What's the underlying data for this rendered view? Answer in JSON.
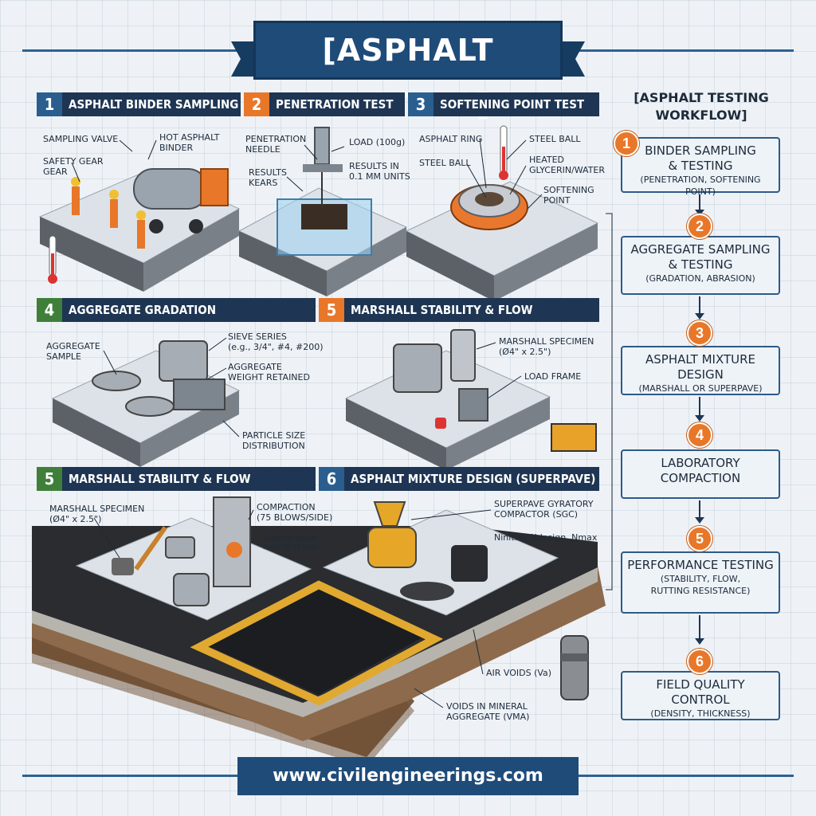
{
  "title": "[ASPHALT TESTING]",
  "footer": "www.civilengineerings.com",
  "colors": {
    "navy": "#1e3553",
    "accent_orange": "#e8772a",
    "green": "#3f7f3a",
    "blue": "#2a5e8f"
  },
  "steps": [
    {
      "num": "1",
      "title": "ASPHALT BINDER SAMPLING",
      "labels": [
        "SAMPLING VALVE",
        "HOT ASPHALT\nBINDER",
        "SAFETY GEAR\nGEAR"
      ]
    },
    {
      "num": "2",
      "title": "PENETRATION TEST",
      "labels": [
        "PENETRATION\nNEEDLE",
        "LOAD (100g)",
        "RESULTS\nKEARS",
        "RESULTS IN\n0.1 MM UNITS"
      ]
    },
    {
      "num": "3",
      "title": "SOFTENING POINT TEST",
      "labels": [
        "ASPHALT RING",
        "STEEL BALL",
        "STEEL BALL",
        "HEATED\nGLYCERIN/WATER",
        "SOFTENING\nPOINT"
      ]
    },
    {
      "num": "4",
      "title": "AGGREGATE GRADATION",
      "labels": [
        "AGGREGATE\nSAMPLE",
        "SIEVE SERIES\n(e.g., 3/4\", #4, #200)",
        "AGGREGATE\nWEIGHT RETAINED",
        "PARTICLE SIZE\nDISTRIBUTION"
      ]
    },
    {
      "num": "5",
      "title": "MARSHALL STABILITY & FLOW",
      "labels": [
        "MARSHALL SPECIMEN\n(Ø4\" x 2.5\")",
        "LOAD FRAME"
      ]
    },
    {
      "num": "5",
      "title": "MARSHALL STABILITY & FLOW",
      "labels": [
        "MARSHALL SPECIMEN\n(Ø4\" x 2.5\")",
        "COMPACTION\n(75 BLOWS/SIDE)",
        "STABILITY MALIE\nFLOW (B 01 inck)"
      ]
    },
    {
      "num": "6",
      "title": "ASPHALT MIXTURE DESIGN (SUPERPAVE)",
      "labels": [
        "SUPERPAVE GYRATORY\nCOMPACTOR (SGC)",
        "Ninitial, Ndesign, Nmax"
      ]
    }
  ],
  "pavement_labels": [
    "AIR VOIDS (Va)",
    "VOIDS IN MINERAL\nAGGREGATE (VMA)"
  ],
  "workflow": {
    "title": "[ASPHALT TESTING\nWORKFLOW]",
    "items": [
      {
        "num": "1",
        "main": "BINDER SAMPLING\n& TESTING",
        "sub": "(PENETRATION, SOFTENING POINT)"
      },
      {
        "num": "2",
        "main": "AGGREGATE SAMPLING\n& TESTING",
        "sub": "(GRADATION, ABRASION)"
      },
      {
        "num": "3",
        "main": "ASPHALT MIXTURE DESIGN",
        "sub": "(MARSHALL OR SUPERPAVE)"
      },
      {
        "num": "4",
        "main": "LABORATORY\nCOMPACTION",
        "sub": ""
      },
      {
        "num": "5",
        "main": "PERFORMANCE TESTING",
        "sub": "(STABILITY, FLOW,\nRUTTING RESISTANCE)"
      },
      {
        "num": "6",
        "main": "FIELD QUALITY CONTROL",
        "sub": "(DENSITY, THICKNESS)"
      }
    ]
  }
}
